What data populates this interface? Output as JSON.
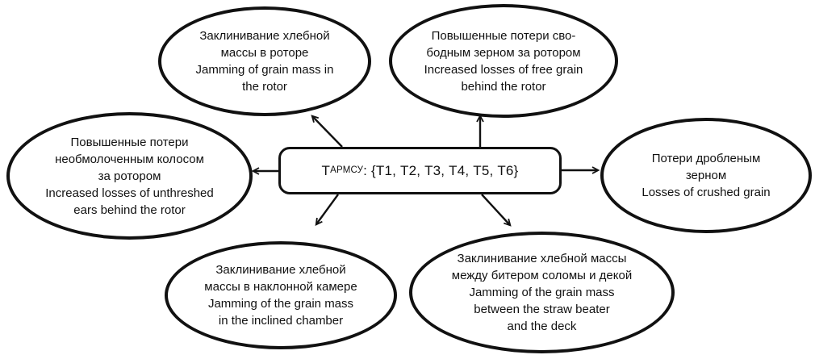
{
  "center_box": {
    "symbol": "Т",
    "subscript": "АРМСУ",
    "set": ": {Т1, Т2, Т3, Т4, Т5, Т6}"
  },
  "nodes": {
    "top_left": {
      "ru": "Заклинивание хлебной\nмассы в роторе",
      "en": "Jamming of grain mass in\nthe rotor"
    },
    "top_right": {
      "ru": "Повышенные потери сво-\nбодным зерном за ротором",
      "en": "Increased losses of free grain\nbehind the rotor"
    },
    "left": {
      "ru": "Повышенные потери\nнеобмолоченным колосом\nза ротором",
      "en": "Increased losses of unthreshed\nears behind the rotor"
    },
    "right": {
      "ru": "Потери дробленым\nзерном",
      "en": "Losses of crushed grain"
    },
    "bottom_left": {
      "ru": "Заклинивание хлебной\nмассы в наклонной камере",
      "en": "Jamming of the grain mass\nin the inclined chamber"
    },
    "bottom_right": {
      "ru": "Заклинивание хлебной массы\nмежду битером соломы и декой",
      "en": "Jamming of the grain mass\nbetween the straw beater\nand the deck"
    }
  },
  "colors": {
    "stroke": "#111111",
    "background": "#ffffff",
    "text": "#111111"
  }
}
